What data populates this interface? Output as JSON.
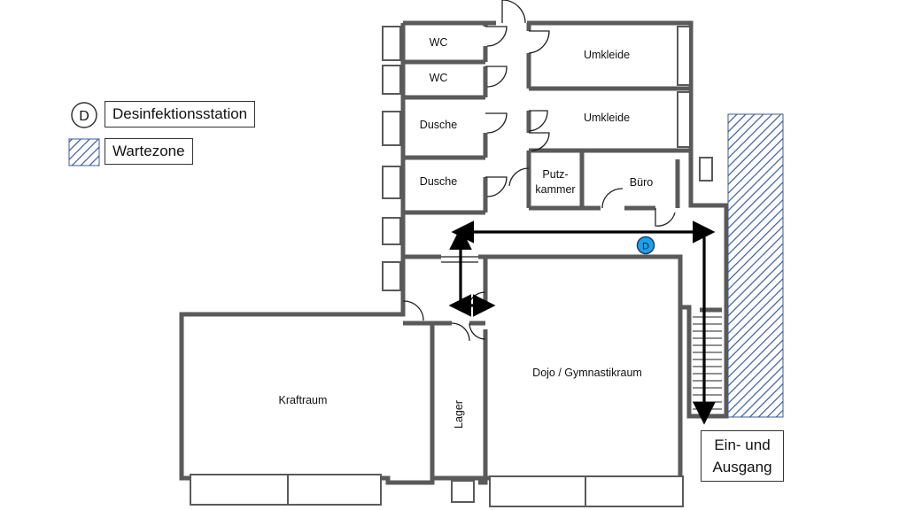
{
  "legend": {
    "disinfection_symbol": "D",
    "disinfection_label": "Desinfektionsstation",
    "waiting_zone_label": "Wartezone"
  },
  "rooms": {
    "wc_1": "WC",
    "wc_2": "WC",
    "shower_1": "Dusche",
    "shower_2": "Dusche",
    "locker_1": "Umkleide",
    "locker_2": "Umkleide",
    "janitor_line1": "Putz-",
    "janitor_line2": "kammer",
    "office": "Büro",
    "weight_room": "Kraftraum",
    "storage": "Lager",
    "dojo": "Dojo / Gymnastikraum"
  },
  "marker": {
    "label": "D"
  },
  "exit": {
    "line1": "Ein- und",
    "line2": "Ausgang"
  },
  "colors": {
    "wall": "#5a5a5a",
    "hatch": "#3b5b9c",
    "marker_fill": "#1da1e8",
    "arrow": "#000000"
  }
}
